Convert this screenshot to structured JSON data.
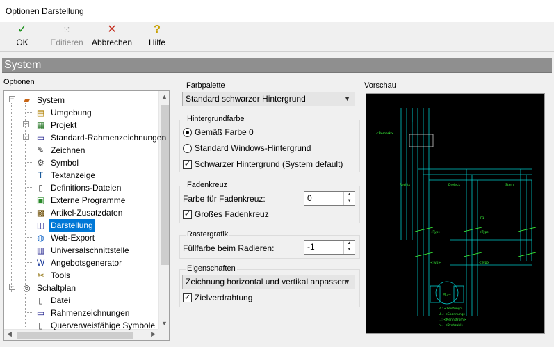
{
  "window": {
    "title": "Optionen Darstellung"
  },
  "toolbar": {
    "ok": {
      "label": "OK",
      "icon": "check-icon",
      "color": "#1a8f1a"
    },
    "edit": {
      "label": "Editieren",
      "icon": "grid-dots-icon"
    },
    "cancel": {
      "label": "Abbrechen",
      "icon": "close-icon",
      "color": "#c42b1c"
    },
    "help": {
      "label": "Hilfe",
      "icon": "help-bulb-icon"
    }
  },
  "section": {
    "title": "System"
  },
  "options": {
    "label": "Optionen",
    "tree": [
      {
        "label": "System",
        "level": 0,
        "expander": "−",
        "icon": "system-icon"
      },
      {
        "label": "Umgebung",
        "level": 1,
        "icon": "folder-icon"
      },
      {
        "label": "Projekt",
        "level": 1,
        "expander": "+",
        "icon": "project-icon"
      },
      {
        "label": "Standard-Rahmenzeichnungen",
        "level": 1,
        "expander": "+",
        "icon": "frame-icon"
      },
      {
        "label": "Zeichnen",
        "level": 1,
        "icon": "draw-icon"
      },
      {
        "label": "Symbol",
        "level": 1,
        "icon": "symbol-icon"
      },
      {
        "label": "Textanzeige",
        "level": 1,
        "icon": "text-icon"
      },
      {
        "label": "Definitions-Dateien",
        "level": 1,
        "icon": "file-icon"
      },
      {
        "label": "Externe Programme",
        "level": 1,
        "icon": "program-icon"
      },
      {
        "label": "Artikel-Zusatzdaten",
        "level": 1,
        "icon": "article-icon"
      },
      {
        "label": "Darstellung",
        "level": 1,
        "icon": "display-icon",
        "selected": true
      },
      {
        "label": "Web-Export",
        "level": 1,
        "icon": "web-icon"
      },
      {
        "label": "Universalschnittstelle",
        "level": 1,
        "icon": "interface-icon"
      },
      {
        "label": "Angebotsgenerator",
        "level": 1,
        "icon": "word-icon"
      },
      {
        "label": "Tools",
        "level": 1,
        "icon": "tools-icon"
      },
      {
        "label": "Schaltplan",
        "level": 0,
        "expander": "−",
        "icon": "schematic-icon"
      },
      {
        "label": "Datei",
        "level": 1,
        "icon": "file-icon"
      },
      {
        "label": "Rahmenzeichnungen",
        "level": 1,
        "icon": "frame-icon"
      },
      {
        "label": "Querverweisfähige Symbole",
        "level": 1,
        "icon": "file-icon"
      }
    ]
  },
  "farbpalette": {
    "label": "Farbpalette",
    "value": "Standard schwarzer Hintergrund"
  },
  "hintergrund": {
    "label": "Hintergrundfarbe",
    "radio1": "Gemäß Farbe 0",
    "radio2": "Standard Windows-Hintergrund",
    "check": "Schwarzer Hintergrund (System default)"
  },
  "fadenkreuz": {
    "label": "Fadenkreuz",
    "color_label": "Farbe für Fadenkreuz:",
    "color_value": "0",
    "check": "Großes Fadenkreuz"
  },
  "rastergrafik": {
    "label": "Rastergrafik",
    "fill_label": "Füllfarbe beim Radieren:",
    "fill_value": "-1"
  },
  "eigenschaften": {
    "label": "Eigenschaften",
    "value": "Zeichnung horizontal und vertikal anpassen",
    "check": "Zielverdrahtung"
  },
  "preview": {
    "label": "Vorschau",
    "texts": {
      "bemerk": "<Bemerk>",
      "rechts": "Rechts",
      "dreieck": "Dreieck",
      "stern": "Stern",
      "p1": "P1",
      "typ1": "<Typ>",
      "typ2": "<Typ>",
      "typ3": "<Typ>",
      "typ4": "<Typ>",
      "m3": "M 3~",
      "leistung": "P..: <Leistung>",
      "spannung": "U..: <Spannung>",
      "nennstrom": "I..: <Nennstrom>",
      "drehzahl": "n..: <Drehzahl>"
    }
  }
}
